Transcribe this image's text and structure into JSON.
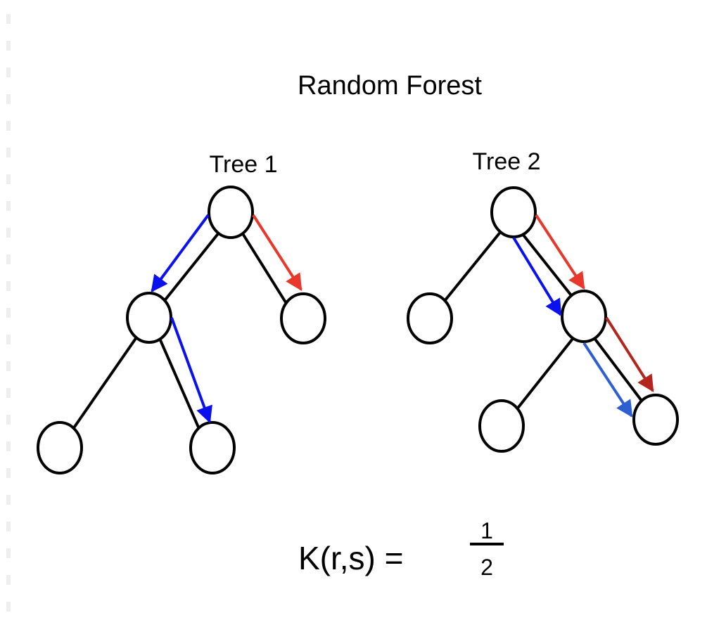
{
  "title": "Random Forest",
  "trees": [
    {
      "label": "Tree 1"
    },
    {
      "label": "Tree 2"
    }
  ],
  "formula": {
    "lhs": "K(r,s) =",
    "numerator": "1",
    "denominator": "2"
  },
  "colors": {
    "path_r": "#e8372b",
    "path_s": "#0b10ee",
    "path_r_dark": "#b3261e",
    "path_s_light": "#2e5fd1",
    "edge": "#000000",
    "node_fill": "#ffffff"
  }
}
